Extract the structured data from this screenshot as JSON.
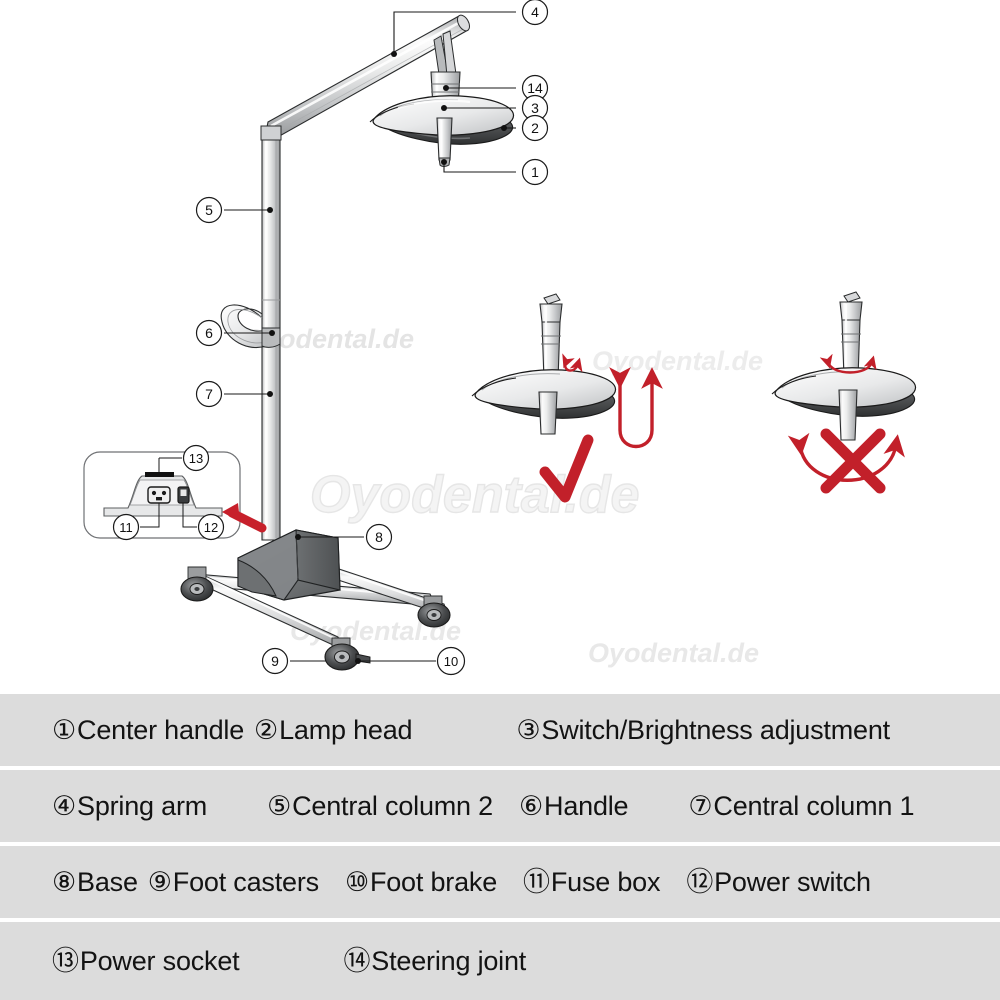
{
  "diagram": {
    "title": "Mobile LED dental examination lamp exploded callout diagram",
    "watermarks": {
      "large": "Oyodental.de",
      "small": "Oyodental.de"
    },
    "callouts": [
      {
        "id": "1",
        "label": "Center handle"
      },
      {
        "id": "2",
        "label": "Lamp head"
      },
      {
        "id": "3",
        "label": "Switch/Brightness adjustment"
      },
      {
        "id": "4",
        "label": "Spring arm"
      },
      {
        "id": "5",
        "label": "Central column 2"
      },
      {
        "id": "6",
        "label": "Handle"
      },
      {
        "id": "7",
        "label": "Central column 1"
      },
      {
        "id": "8",
        "label": "Base"
      },
      {
        "id": "9",
        "label": "Foot casters"
      },
      {
        "id": "10",
        "label": "Foot brake"
      },
      {
        "id": "11",
        "label": "Fuse box"
      },
      {
        "id": "12",
        "label": "Power switch"
      },
      {
        "id": "13",
        "label": "Power socket"
      },
      {
        "id": "14",
        "label": "Steering joint"
      }
    ],
    "usage_panels": [
      {
        "name": "correct",
        "mark": "check",
        "motion": "vertical tilt",
        "color": "#c2202a"
      },
      {
        "name": "incorrect",
        "mark": "cross",
        "motion": "horizontal swing",
        "color": "#c2202a"
      }
    ],
    "colors": {
      "metal_light": "#f2f2f2",
      "metal_mid": "#c9cacb",
      "metal_dark": "#8f9193",
      "base_dark": "#6e7173",
      "outline": "#1a1a1a",
      "accent_red": "#c2202a",
      "legend_band": "#dcdcdc",
      "watermark": "#e9e9e9"
    }
  },
  "legend": {
    "rows": [
      [
        {
          "num": "①",
          "text": "Center handle",
          "gap": "sp-sm"
        },
        {
          "num": "②",
          "text": "Lamp head",
          "gap": "sp-xl"
        },
        {
          "num": "③",
          "text": "Switch/Brightness adjustment",
          "gap": "sp-0"
        }
      ],
      [
        {
          "num": "④",
          "text": "Spring arm",
          "gap": "sp-lg"
        },
        {
          "num": "⑤",
          "text": " Central column 2",
          "gap": "sp-md"
        },
        {
          "num": "⑥",
          "text": "Handle",
          "gap": "sp-lg"
        },
        {
          "num": "⑦",
          "text": "Central column 1",
          "gap": "sp-0"
        }
      ],
      [
        {
          "num": "⑧",
          "text": "Base",
          "gap": "sp-sm"
        },
        {
          "num": "⑨",
          "text": "Foot casters",
          "gap": "sp-md"
        },
        {
          "num": "⑩",
          "text": "Foot brake",
          "gap": "sp-md"
        },
        {
          "num": "⑪",
          "text": "Fuse box",
          "gap": "sp-md"
        },
        {
          "num": "⑫",
          "text": "Power switch",
          "gap": "sp-0"
        }
      ],
      [
        {
          "num": "⑬",
          "text": "Power socket",
          "gap": "sp-xl"
        },
        {
          "num": "⑭",
          "text": "Steering joint",
          "gap": "sp-0"
        }
      ]
    ]
  }
}
